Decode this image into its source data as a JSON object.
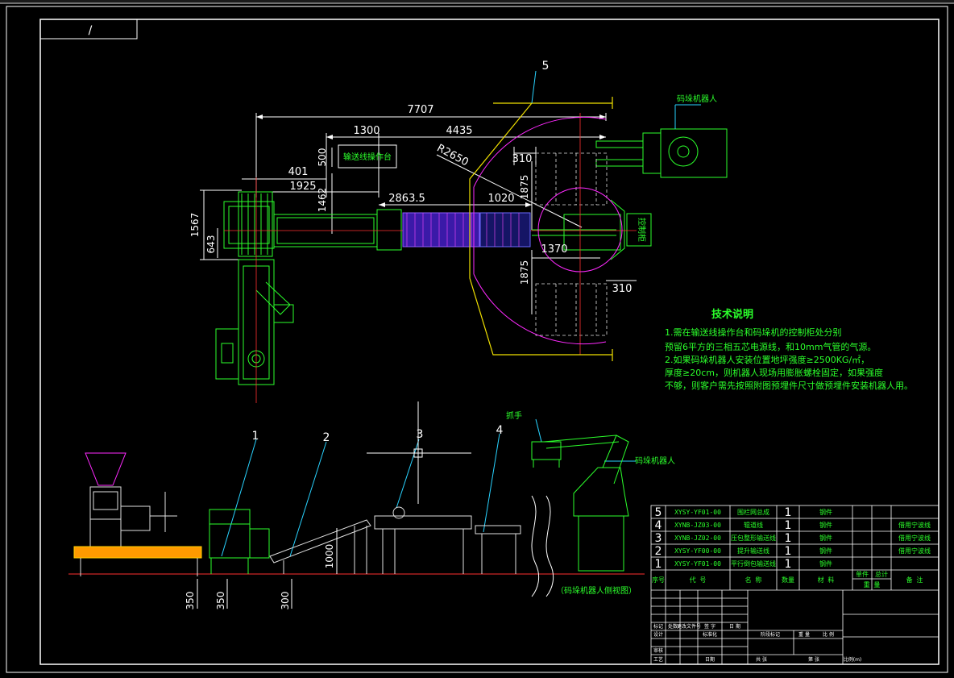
{
  "drawing": {
    "corner_code": "/",
    "dimensions": {
      "d7707": "7707",
      "d1300": "1300",
      "d4435": "4435",
      "d500": "500",
      "d401": "401",
      "d1925": "1925",
      "d1462": "1462",
      "d2863_5": "2863.5",
      "r2650": "R2650",
      "d310a": "310",
      "d1020": "1020",
      "d1875a": "1875",
      "d1567": "1567",
      "d643": "643",
      "d1370": "1370",
      "d1875b": "1875",
      "d310b": "310",
      "d1000": "1000",
      "d350a": "350",
      "d350b": "350",
      "d300": "300"
    },
    "labels": {
      "conveyor_console": "输送线操作台",
      "palletizer_robot_top": "码垛机器人",
      "control_cabinet": "控制柜",
      "gripper": "抓手",
      "palletizer_robot_side": "码垛机器人",
      "side_view_caption": "（码垛机器人侧视图）"
    },
    "callouts": [
      "1",
      "2",
      "3",
      "4",
      "5"
    ],
    "tech_notes": {
      "title": "技术说明",
      "lines": [
        "1.需在输送线操作台和码垛机的控制柜处分别",
        "   预留6平方的三相五芯电源线，和10mm气管的气源。",
        "2.如果码垛机器人安装位置地坪强度≥2500KG/㎡，",
        "   厚度≥20cm，则机器人现场用膨胀螺栓固定，如果强度",
        "   不够，则客户需先按照附图预埋件尺寸做预埋件安装机器人用。"
      ]
    },
    "parts_table": {
      "rows": [
        {
          "no": "5",
          "code": "XYSY-YF01-00",
          "name": "围栏网总成",
          "qty": "1",
          "mat": "钢件",
          "note": ""
        },
        {
          "no": "4",
          "code": "XYNB-JZ03-00",
          "name": "辊道线",
          "qty": "1",
          "mat": "钢件",
          "note": "借用宁波线"
        },
        {
          "no": "3",
          "code": "XYNB-JZ02-00",
          "name": "压包整形输送线",
          "qty": "1",
          "mat": "钢件",
          "note": "借用宁波线"
        },
        {
          "no": "2",
          "code": "XYSY-YF00-00",
          "name": "提升输送线",
          "qty": "1",
          "mat": "钢件",
          "note": "借用宁波线"
        },
        {
          "no": "1",
          "code": "XYSY-YF01-00",
          "name": "平行倒包输送线",
          "qty": "1",
          "mat": "钢件",
          "note": ""
        }
      ],
      "headers": {
        "no": "序号",
        "code": "代 号",
        "name": "名 称",
        "qty": "数量",
        "mat": "材 料",
        "weight1": "单件",
        "weight2": "总计",
        "weight_group": "重 量",
        "note": "备 注"
      }
    },
    "title_block": {
      "marks": "标记",
      "count": "处数",
      "zone": "更改文件号",
      "sign": "签 字",
      "date": "日 期",
      "design": "设计",
      "stdize": "标准化",
      "stage_mark": "阶段标记",
      "weight": "重 量",
      "scale": "比 例",
      "check": "审核",
      "craft": "工艺",
      "approve": "日期",
      "sheet": "共  张",
      "sheet2": "第  张",
      "footer": "比例(m)"
    }
  }
}
